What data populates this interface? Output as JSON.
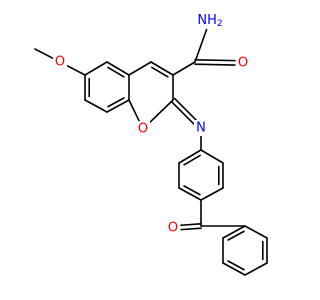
{
  "colors": {
    "background": "#ffffff",
    "bond": "#000000",
    "oxygen": "#ff0000",
    "nitrogen": "#0000ff",
    "carbon": "#000000"
  },
  "atoms": {
    "amide_n": {
      "label": "NH2",
      "sub": "2",
      "main": "NH",
      "color_key": "nitrogen"
    },
    "amide_o": {
      "label": "O",
      "color_key": "oxygen"
    },
    "methoxy_o": {
      "label": "O",
      "color_key": "oxygen"
    },
    "ring_o": {
      "label": "O",
      "color_key": "oxygen"
    },
    "imine_n": {
      "label": "N",
      "color_key": "nitrogen"
    },
    "ketone_o": {
      "label": "O",
      "color_key": "oxygen"
    }
  }
}
